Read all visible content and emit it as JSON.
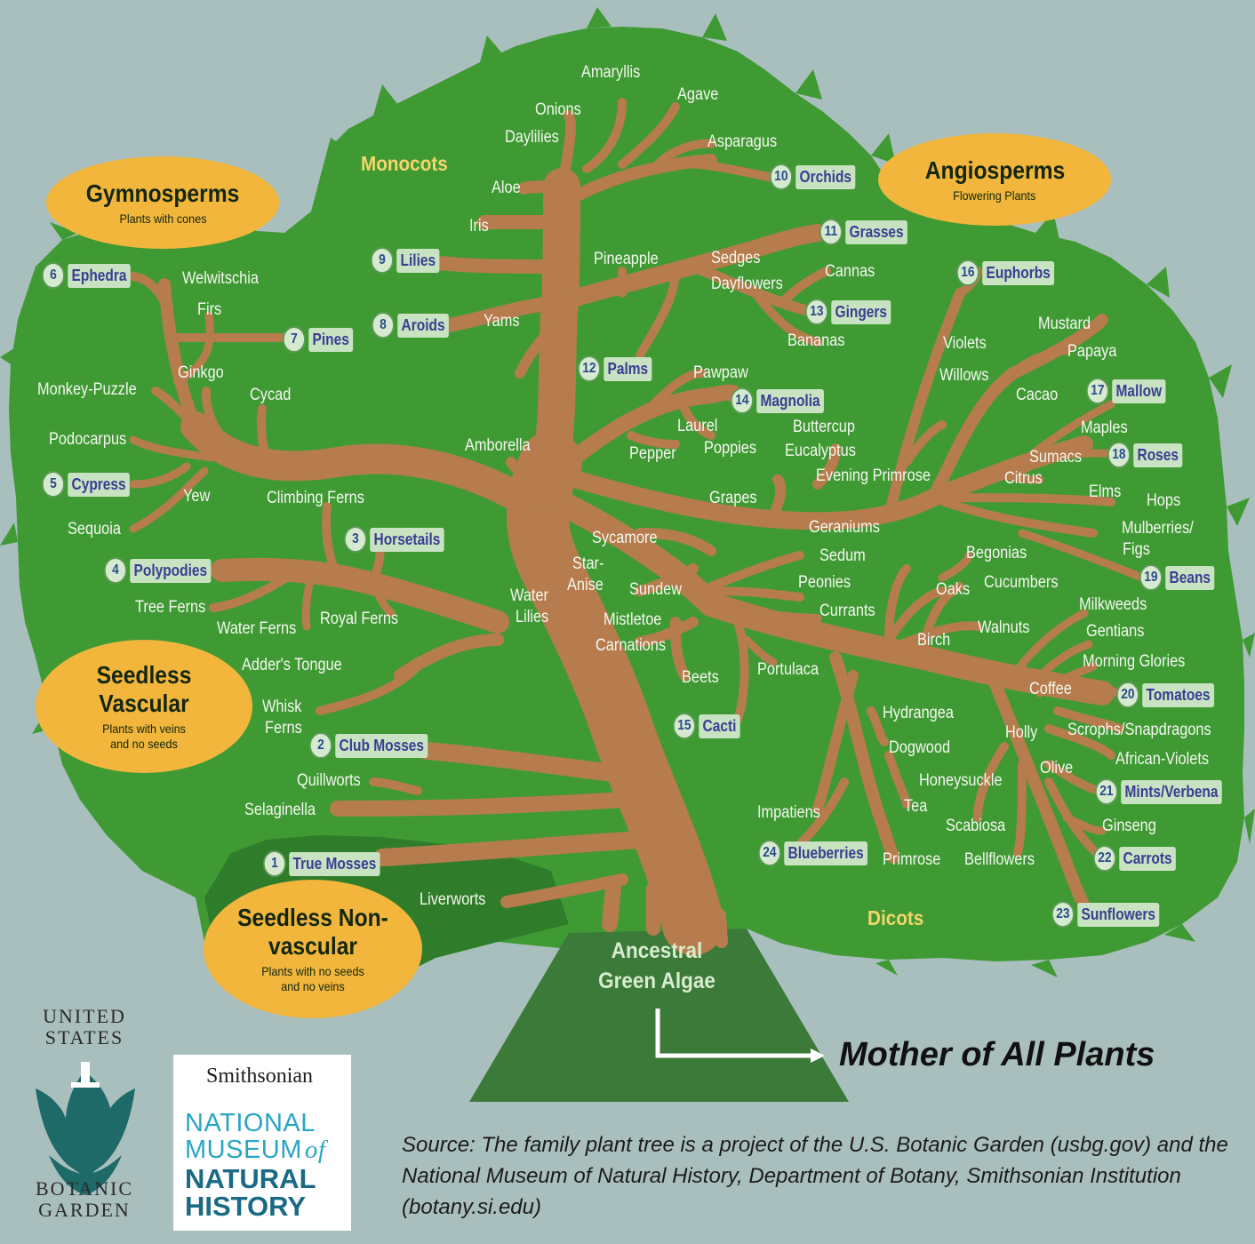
{
  "groups": {
    "gymnosperms": {
      "title": "Gymnosperms",
      "sub": "Plants with cones"
    },
    "angiosperms": {
      "title": "Angiosperms",
      "sub": "Flowering Plants"
    },
    "seedless_vascular": {
      "title": "Seedless Vascular",
      "sub": "Plants with veins and no seeds"
    },
    "seedless_nonvascular": {
      "title": "Seedless Non-vascular",
      "sub": "Plants with no seeds and no veins"
    }
  },
  "region_labels": {
    "monocots": "Monocots",
    "dicots": "Dicots"
  },
  "root": {
    "line1": "Ancestral",
    "line2": "Green Algae"
  },
  "mother_label": "Mother of All Plants",
  "numbered": [
    {
      "num": "1",
      "name": "True Mosses"
    },
    {
      "num": "2",
      "name": "Club Mosses"
    },
    {
      "num": "3",
      "name": "Horsetails"
    },
    {
      "num": "4",
      "name": "Polypodies"
    },
    {
      "num": "5",
      "name": "Cypress"
    },
    {
      "num": "6",
      "name": "Ephedra"
    },
    {
      "num": "7",
      "name": "Pines"
    },
    {
      "num": "8",
      "name": "Aroids"
    },
    {
      "num": "9",
      "name": "Lilies"
    },
    {
      "num": "10",
      "name": "Orchids"
    },
    {
      "num": "11",
      "name": "Grasses"
    },
    {
      "num": "12",
      "name": "Palms"
    },
    {
      "num": "13",
      "name": "Gingers"
    },
    {
      "num": "14",
      "name": "Magnolia"
    },
    {
      "num": "15",
      "name": "Cacti"
    },
    {
      "num": "16",
      "name": "Euphorbs"
    },
    {
      "num": "17",
      "name": "Mallow"
    },
    {
      "num": "18",
      "name": "Roses"
    },
    {
      "num": "19",
      "name": "Beans"
    },
    {
      "num": "20",
      "name": "Tomatoes"
    },
    {
      "num": "21",
      "name": "Mints/Verbena"
    },
    {
      "num": "22",
      "name": "Carrots"
    },
    {
      "num": "23",
      "name": "Sunflowers"
    },
    {
      "num": "24",
      "name": "Blueberries"
    }
  ],
  "plants": [
    "Amaryllis",
    "Agave",
    "Onions",
    "Daylilies",
    "Asparagus",
    "Aloe",
    "Iris",
    "Pineapple",
    "Sedges",
    "Cannas",
    "Dayflowers",
    "Bananas",
    "Yams",
    "Pawpaw",
    "Laurel",
    "Buttercup",
    "Pepper",
    "Poppies",
    "Eucalyptus",
    "Evening Primrose",
    "Amborella",
    "Grapes",
    "Welwitschia",
    "Firs",
    "Ginkgo",
    "Monkey-Puzzle",
    "Cycad",
    "Podocarpus",
    "Yew",
    "Sequoia",
    "Climbing Ferns",
    "Tree Ferns",
    "Water Ferns",
    "Royal Ferns",
    "Adder's Tongue",
    "Whisk",
    "Ferns",
    "Quillworts",
    "Selaginella",
    "Liverworts",
    "Sycamore",
    "Star-",
    "Anise",
    "Water",
    "Lilies",
    "Sundew",
    "Mistletoe",
    "Carnations",
    "Beets",
    "Portulaca",
    "Geraniums",
    "Sedum",
    "Peonies",
    "Currants",
    "Begonias",
    "Oaks",
    "Cucumbers",
    "Walnuts",
    "Birch",
    "Violets",
    "Willows",
    "Mustard",
    "Papaya",
    "Cacao",
    "Maples",
    "Sumacs",
    "Citrus",
    "Elms",
    "Hops",
    "Mulberries/",
    "Figs",
    "Milkweeds",
    "Gentians",
    "Morning Glories",
    "Coffee",
    "Holly",
    "Scrophs/Snapdragons",
    "African-Violets",
    "Olive",
    "Hydrangea",
    "Dogwood",
    "Honeysuckle",
    "Tea",
    "Scabiosa",
    "Impatiens",
    "Primrose",
    "Bellflowers",
    "Ginseng"
  ],
  "logos": {
    "usbg_top": "UNITED STATES",
    "usbg_bottom": "BOTANIC GARDEN",
    "smithsonian": "Smithsonian",
    "nmnh_line1": "NATIONAL",
    "nmnh_line2": "MUSEUM",
    "nmnh_of": "of",
    "nmnh_line3": "NATURAL",
    "nmnh_line4": "HISTORY"
  },
  "source": "Source: The family plant tree is a project of the U.S. Botanic Garden (usbg.gov) and the National Museum of Natural History, Department of Botany, Smithsonian Institution (botany.si.edu)",
  "colors": {
    "background": "#a9bfbd",
    "canopy": "#3f9a34",
    "canopy_dark": "#2f7c2a",
    "trunk": "#b67c4d",
    "oval": "#f2b63c",
    "group_text": "#f4d66a",
    "algae": "#3c7a39"
  }
}
